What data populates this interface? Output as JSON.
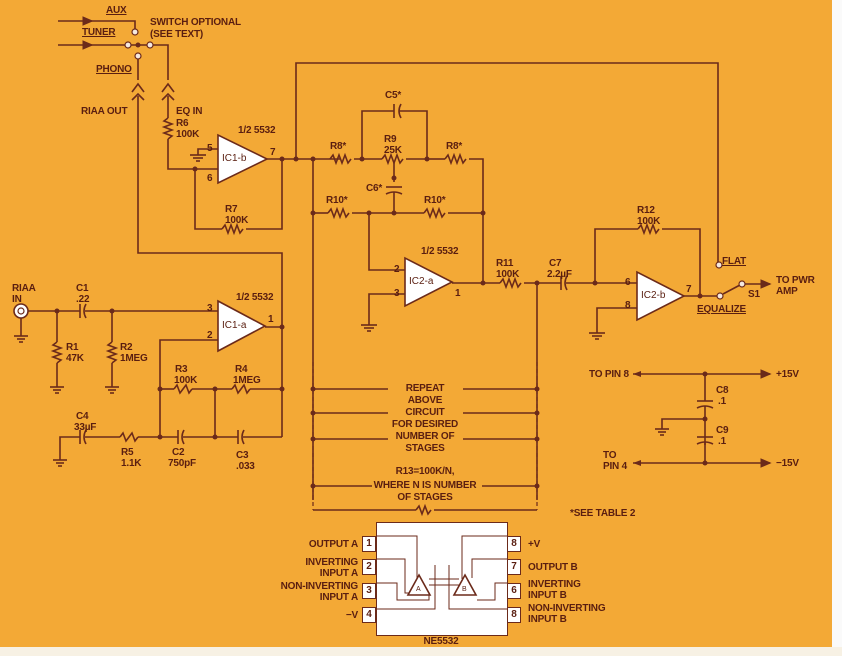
{
  "figure": {
    "title": "Multi-stage graphic equalizer with RIAA phono preamp",
    "background_color": "#f3a936",
    "line_color": "#6b2a1a"
  },
  "inputs": {
    "aux": "AUX",
    "tuner": "TUNER",
    "phono": "PHONO",
    "switch_note_1": "SWITCH OPTIONAL",
    "switch_note_2": "(SEE TEXT)",
    "riaa_out": "RIAA OUT",
    "eq_in": "EQ IN",
    "riaa_in_1": "RIAA",
    "riaa_in_2": "IN"
  },
  "components": {
    "R1": {
      "name": "R1",
      "value": "47K"
    },
    "R2": {
      "name": "R2",
      "value": "1MEG"
    },
    "R3": {
      "name": "R3",
      "value": "100K"
    },
    "R4": {
      "name": "R4",
      "value": "1MEG"
    },
    "R5": {
      "name": "R5",
      "value": "1.1K"
    },
    "R6": {
      "name": "R6",
      "value": "100K"
    },
    "R7": {
      "name": "R7",
      "value": "100K"
    },
    "R8a": {
      "name": "R8*"
    },
    "R8b": {
      "name": "R8*"
    },
    "R9": {
      "name": "R9",
      "value": "25K"
    },
    "R10a": {
      "name": "R10*"
    },
    "R10b": {
      "name": "R10*"
    },
    "R11": {
      "name": "R11",
      "value": "100K"
    },
    "R12": {
      "name": "R12",
      "value": "100K"
    },
    "C1": {
      "name": "C1",
      "value": ".22"
    },
    "C2": {
      "name": "C2",
      "value": "750pF"
    },
    "C3": {
      "name": "C3",
      "value": ".033"
    },
    "C4": {
      "name": "C4",
      "value": "33µF"
    },
    "C5": {
      "name": "C5*"
    },
    "C6": {
      "name": "C6*"
    },
    "C7": {
      "name": "C7",
      "value": "2.2µF"
    },
    "C8": {
      "name": "C8",
      "value": ".1"
    },
    "C9": {
      "name": "C9",
      "value": ".1"
    }
  },
  "opamps": {
    "ic1a": {
      "label": "IC1-a",
      "part": "1/2 5532",
      "pin_plus": "3",
      "pin_minus": "2",
      "pin_out": "1"
    },
    "ic1b": {
      "label": "IC1-b",
      "part": "1/2 5532",
      "pin_plus": "5",
      "pin_minus": "6",
      "pin_out": "7"
    },
    "ic2a": {
      "label": "IC2-a",
      "part": "1/2 5532",
      "pin_plus": "3",
      "pin_minus": "2",
      "pin_out": "1"
    },
    "ic2b": {
      "label": "IC2-b",
      "pin_plus": "8",
      "pin_minus": "6",
      "pin_out": "7"
    }
  },
  "output": {
    "flat": "FLAT",
    "equalize": "EQUALIZE",
    "switch": "S1",
    "to_pwr_1": "TO PWR",
    "to_pwr_2": "AMP"
  },
  "repeat_note": [
    "REPEAT",
    "ABOVE",
    "CIRCUIT",
    "FOR DESIRED",
    "NUMBER OF",
    "STAGES"
  ],
  "r13_note": [
    "R13=100K/N,",
    "WHERE N IS NUMBER",
    "OF STAGES"
  ],
  "power": {
    "to_pin8": "TO PIN 8",
    "plus15": "+15V",
    "to_pin4_1": "TO",
    "to_pin4_2": "PIN 4",
    "minus15": "−15V"
  },
  "footnote": "*SEE TABLE 2",
  "pinout": {
    "chip": "NE5532",
    "left": [
      {
        "num": "1",
        "label_1": "OUTPUT A",
        "label_2": ""
      },
      {
        "num": "2",
        "label_1": "INVERTING",
        "label_2": "INPUT A"
      },
      {
        "num": "3",
        "label_1": "NON-INVERTING",
        "label_2": "INPUT A"
      },
      {
        "num": "4",
        "label_1": "−V",
        "label_2": ""
      }
    ],
    "right": [
      {
        "num": "8",
        "label_1": "+V",
        "label_2": ""
      },
      {
        "num": "7",
        "label_1": "OUTPUT B",
        "label_2": ""
      },
      {
        "num": "6",
        "label_1": "INVERTING",
        "label_2": "INPUT B"
      },
      {
        "num": "8",
        "label_1": "NON-INVERTING",
        "label_2": "INPUT B"
      }
    ],
    "amp_a": "A",
    "amp_b": "B"
  }
}
